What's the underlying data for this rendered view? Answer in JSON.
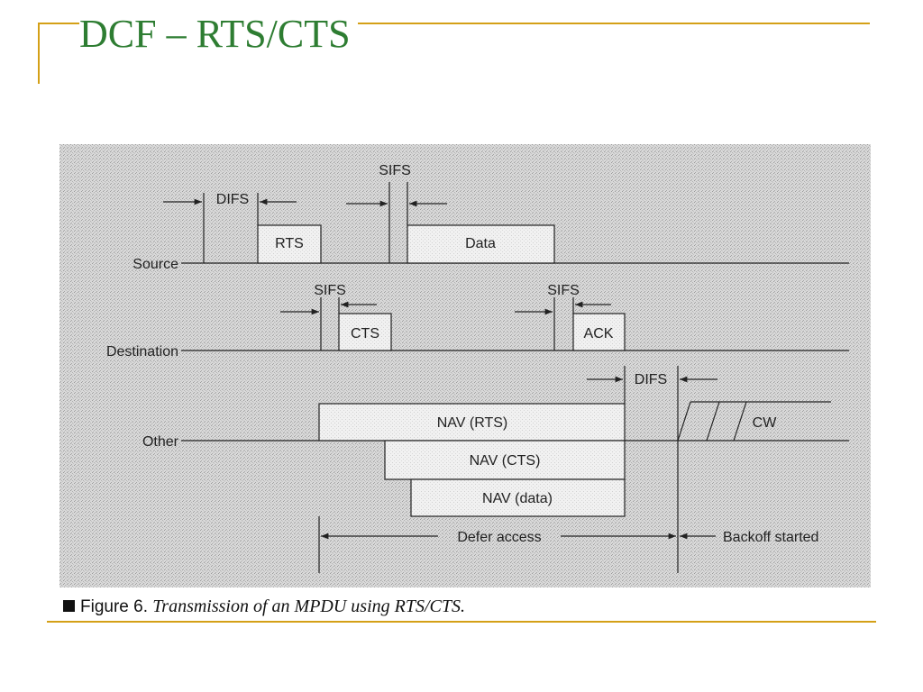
{
  "slide": {
    "title": "DCF – RTS/CTS"
  },
  "diagram": {
    "rows": {
      "source": "Source",
      "destination": "Destination",
      "other": "Other"
    },
    "frames": {
      "rts": "RTS",
      "data": "Data",
      "cts": "CTS",
      "ack": "ACK",
      "cw": "CW"
    },
    "nav": {
      "rts": "NAV (RTS)",
      "cts": "NAV (CTS)",
      "data": "NAV (data)"
    },
    "intervals": {
      "difs": "DIFS",
      "sifs": "SIFS"
    },
    "ranges": {
      "defer": "Defer access",
      "backoff": "Backoff started"
    }
  },
  "caption": {
    "lead": "Figure 6.",
    "rest": "Transmission of an MPDU using RTS/CTS."
  },
  "colors": {
    "title": "#2e7d32",
    "rule": "#d4a017",
    "figure_bg": "#d6d6d6",
    "ink": "#222222"
  }
}
